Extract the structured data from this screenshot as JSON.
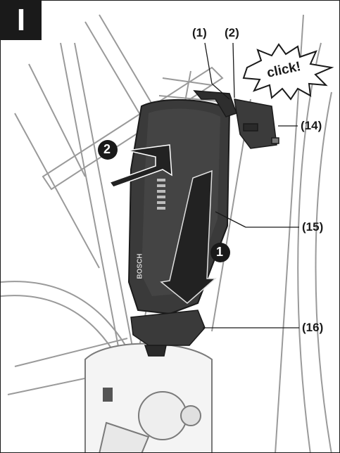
{
  "figure": {
    "section_label": "I",
    "callouts": {
      "c1": "(1)",
      "c2": "(2)",
      "c14": "(14)",
      "c15": "(15)",
      "c16": "(16)"
    },
    "step_markers": {
      "step1": "1",
      "step2": "2"
    },
    "sound_effect": "click!",
    "battery_brand": "BOSCH"
  },
  "colors": {
    "ink": "#1a1a1a",
    "battery": "#3d3d3d",
    "battery_dark": "#2a2a2a",
    "frame_line": "#8a8a8a",
    "arrow_fill": "#222222",
    "arrow_highlight": "#d8d8d8"
  }
}
